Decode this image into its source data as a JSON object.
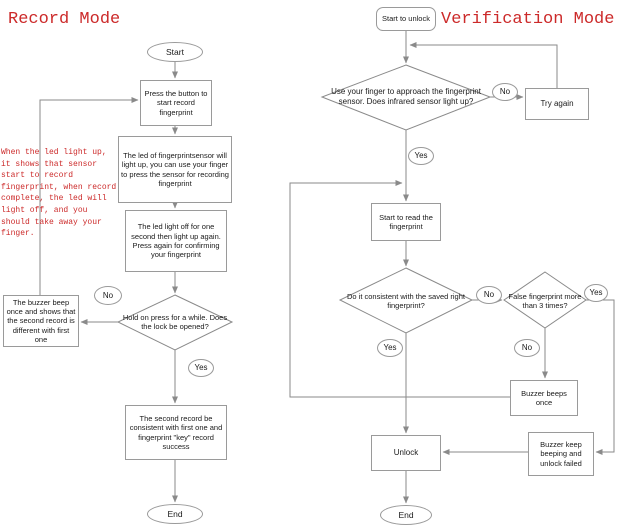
{
  "titles": {
    "record": "Record Mode",
    "verification": "Verification Mode"
  },
  "colors": {
    "line": "#8a8a8a",
    "border": "#9a9a9a",
    "accent_red": "#cc2a2a",
    "text": "#1a1a1a",
    "background": "#ffffff"
  },
  "labels": {
    "yes": "Yes",
    "no": "No"
  },
  "record_mode": {
    "start": "Start",
    "press_button": "Press the button to start record fingerprint",
    "led_light": "The led of fingerprintsensor will light up, you can use your finger to press the sensor for recording fingerprint",
    "led_off": "The led light off for one second then light up again. Press again for confirming your fingerprint",
    "hold_decision": "Hold on press for a while. Does the lock be opened?",
    "buzzer_note": "The buzzer beep once and shows that the second record is different with first one",
    "second_record": "The second record be consistent with first one and fingerprint \"key\" record success",
    "end": "End",
    "side_note": "When the led light up, it shows that sensor start to record fingerprint, when record complete, the led will light off, and you should take away your finger."
  },
  "verification_mode": {
    "start": "Start to unlock",
    "approach_decision": "Use your finger to approach the fingerprint sensor. Does infrared sensor light up?",
    "try_again": "Try again",
    "read": "Start to read the fingerprint",
    "consistent_decision": "Do it consistent with the saved right fingerprint?",
    "false_decision": "False fingerprint more than 3 times?",
    "buzzer_once": "Buzzer beeps once",
    "unlock": "Unlock",
    "buzzer_failed": "Buzzer keep beeping and unlock failed",
    "end": "End"
  }
}
